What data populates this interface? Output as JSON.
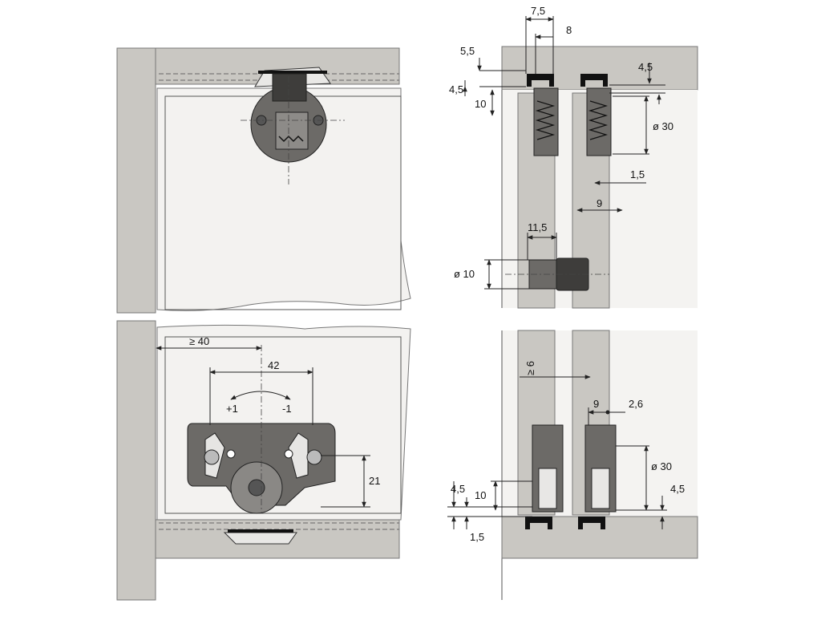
{
  "colors": {
    "wall": "#c9c7c2",
    "wall_dark": "#b5b3ae",
    "panel": "#f3f2f0",
    "hardware": "#6c6a67",
    "hardware_dark": "#3e3d3b",
    "line": "#222222",
    "background": "#ffffff"
  },
  "dimensions": {
    "top_left": {
      "ge40": "≥ 40",
      "d42": "42",
      "plus1": "+1",
      "minus1": "-1",
      "d21": "21"
    },
    "top_right": {
      "d7_5": "7,5",
      "d8": "8",
      "d5_5": "5,5",
      "d4_5a": "4,5",
      "d4_5b": "4,5",
      "d10": "10",
      "dia30": "ø 30",
      "d1_5": "1,5",
      "d9": "9",
      "d11_5": "11,5",
      "dia10": "ø 10"
    },
    "bottom_right": {
      "ge6": "≥ 6",
      "d9": "9",
      "d2_6": "2,6",
      "dia30": "ø 30",
      "d4_5a": "4,5",
      "d10": "10",
      "d4_5b": "4,5",
      "d1_5": "1,5"
    }
  }
}
